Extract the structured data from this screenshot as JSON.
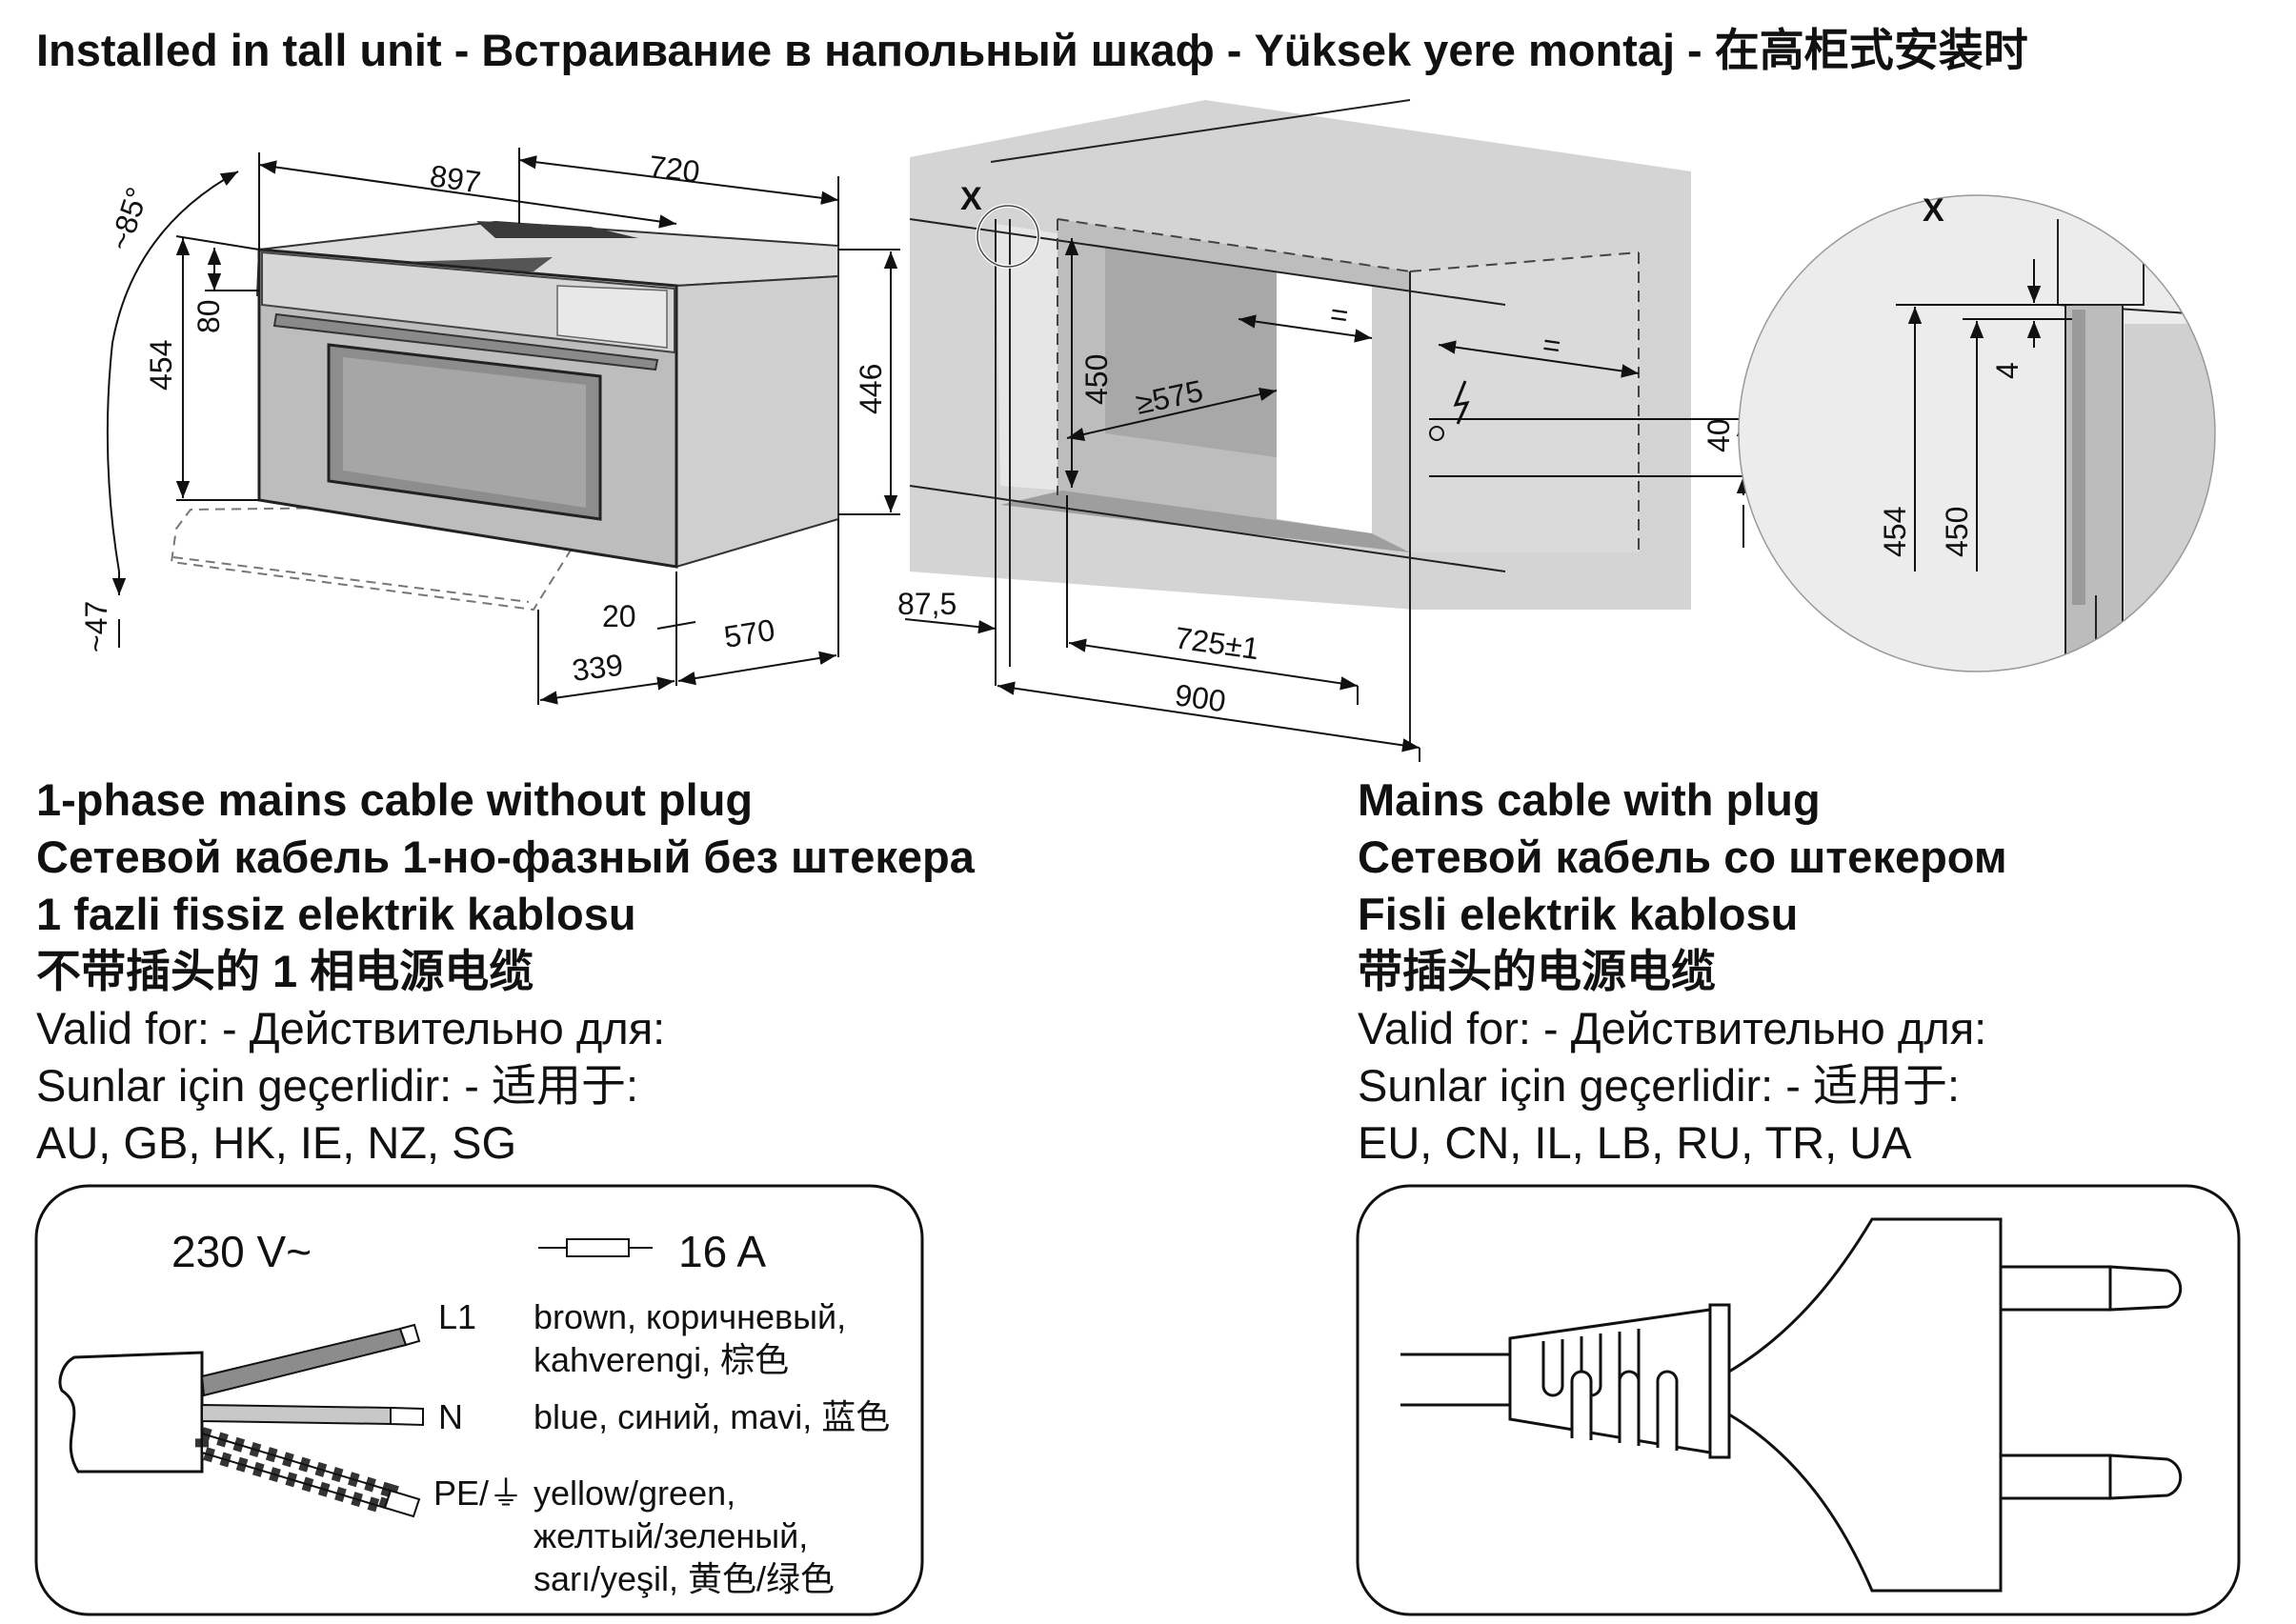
{
  "title": "Installed in tall unit - Встраивание в напольный шкаф - Yüksek yere montaj - 在高柜式安装时",
  "oven_dims": {
    "d897": "897",
    "d720": "720",
    "d85": "~85°",
    "d80": "80",
    "d454": "454",
    "d446": "446",
    "d47": "~47",
    "d20": "20",
    "d570": "570",
    "d339": "339"
  },
  "niche_dims": {
    "x_label": "X",
    "d450": "450",
    "d575": "≥575",
    "eq1": "=",
    "eq2": "=",
    "d40": "40",
    "d875": "87,5",
    "d725": "725±1",
    "d900": "900"
  },
  "detail_dims": {
    "x_label": "X",
    "d4": "4",
    "d454": "454",
    "d450": "450"
  },
  "left_section": {
    "l1": "1-phase mains cable without plug",
    "l2": "Сетевой кабель 1-но-фазный без штекера",
    "l3": "1 fazli fissiz elektrik kablosu",
    "l4": "不带插头的 1 相电源电缆",
    "l5": "Valid for: - Действительно для:",
    "l6": "Sunlar için geçerlidir: - 适用于:",
    "l7": "AU, GB, HK, IE, NZ, SG"
  },
  "right_section": {
    "l1": "Mains cable with plug",
    "l2": "Сетевой кабель со штекером",
    "l3": "Fisli elektrik kablosu",
    "l4": "带插头的电源电缆",
    "l5": "Valid for: - Действительно для:",
    "l6": "Sunlar için geçerlidir: - 适用于:",
    "l7": "EU, CN, IL, LB, RU, TR, UA"
  },
  "wiring": {
    "voltage": "230 V~",
    "fuse": "16 A",
    "l1_label": "L1",
    "l1_c1": "brown, коричневый,",
    "l1_c2": "kahverengi, 棕色",
    "n_label": "N",
    "n_c1": "blue, синий, mavi, 蓝色",
    "pe_label": "PE/⏚",
    "pe_c1": "yellow/green,",
    "pe_c2": "желтый/зеленый,",
    "pe_c3": "sarı/yeşil, 黄色/绿色"
  }
}
